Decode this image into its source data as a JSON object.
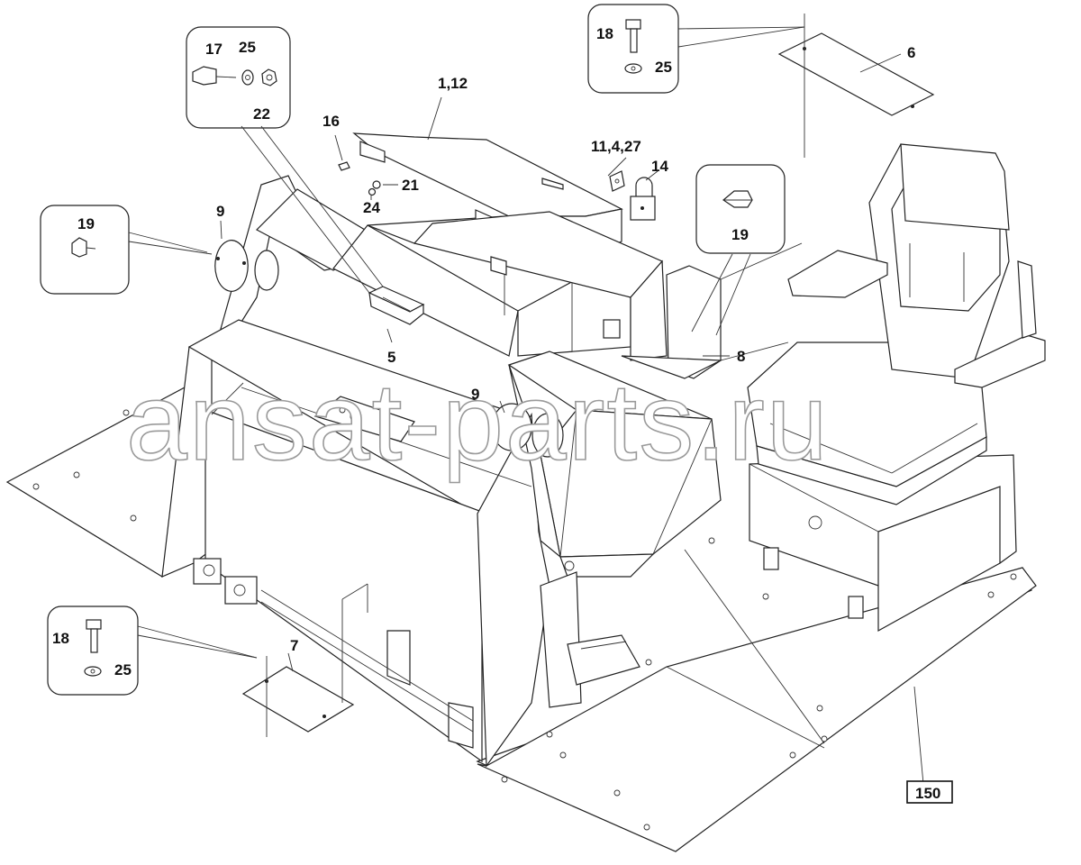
{
  "diagram": {
    "watermark": "ansat-parts.ru",
    "callouts": {
      "c1_12": "1,12",
      "c5": "5",
      "c6": "6",
      "c7": "7",
      "c8": "8",
      "c9a": "9",
      "c9b": "9",
      "c11_4_27": "11,4,27",
      "c14": "14",
      "c16": "16",
      "c21": "21",
      "c24": "24",
      "c150": "150"
    },
    "detail_bubbles": [
      {
        "labels": [
          "17",
          "25",
          "22"
        ]
      },
      {
        "labels": [
          "18",
          "25"
        ]
      },
      {
        "labels": [
          "19"
        ]
      },
      {
        "labels": [
          "19"
        ]
      },
      {
        "labels": [
          "18",
          "25"
        ]
      }
    ]
  }
}
